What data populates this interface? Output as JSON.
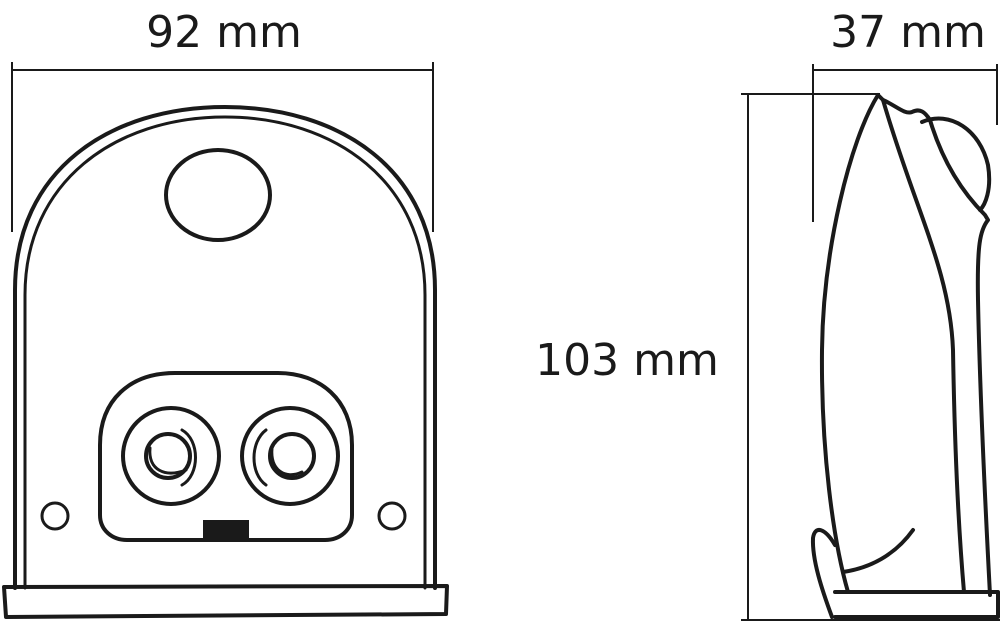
{
  "dimensions": {
    "width_label": "92 mm",
    "depth_label": "37 mm",
    "height_label": "103 mm"
  },
  "colors": {
    "line": "#1a1a1a",
    "background": "#ffffff"
  }
}
